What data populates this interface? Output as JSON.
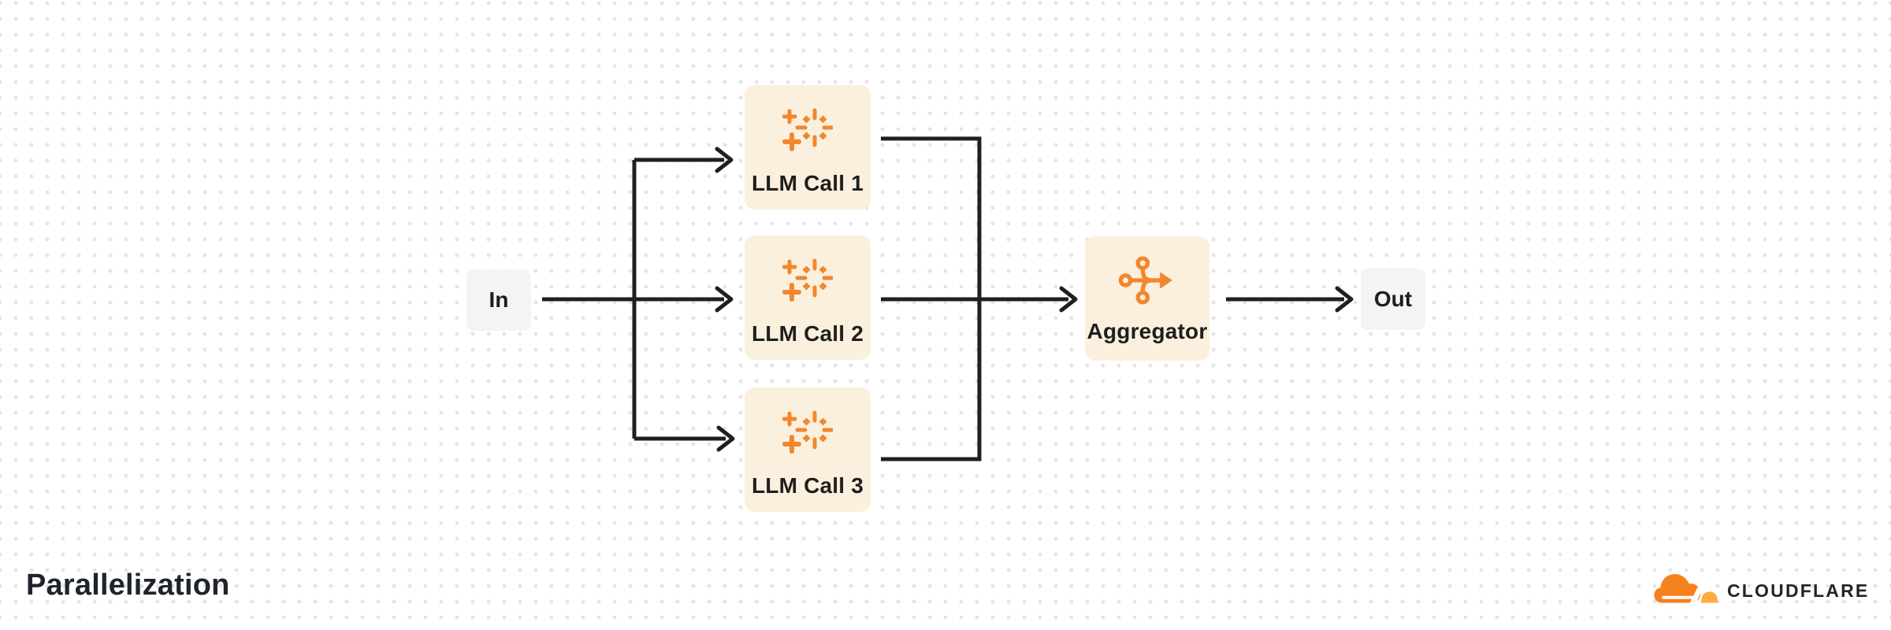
{
  "title": "Parallelization",
  "nodes": {
    "input": {
      "label": "In"
    },
    "llm_calls": [
      {
        "label": "LLM Call 1",
        "icon": "sparkles-icon"
      },
      {
        "label": "LLM Call 2",
        "icon": "sparkles-icon"
      },
      {
        "label": "LLM Call 3",
        "icon": "sparkles-icon"
      }
    ],
    "aggregator": {
      "label": "Aggregator",
      "icon": "merge-arrow-icon"
    },
    "output": {
      "label": "Out"
    }
  },
  "branding": {
    "wordmark": "CLOUDFLARE",
    "logo_icon": "cloudflare-cloud-icon"
  },
  "colors": {
    "background": "#FFFFFF",
    "dot_grid": "#E5E5E6",
    "connector_line": "#1F1F1F",
    "node_fill_warm": "#FBF0DD",
    "node_fill_gray": "#F4F4F6",
    "icon_orange": "#F2872E",
    "brand_orange": "#F6821F",
    "brand_orange_light": "#FBAD41",
    "text_dark": "#1E1E1E"
  }
}
